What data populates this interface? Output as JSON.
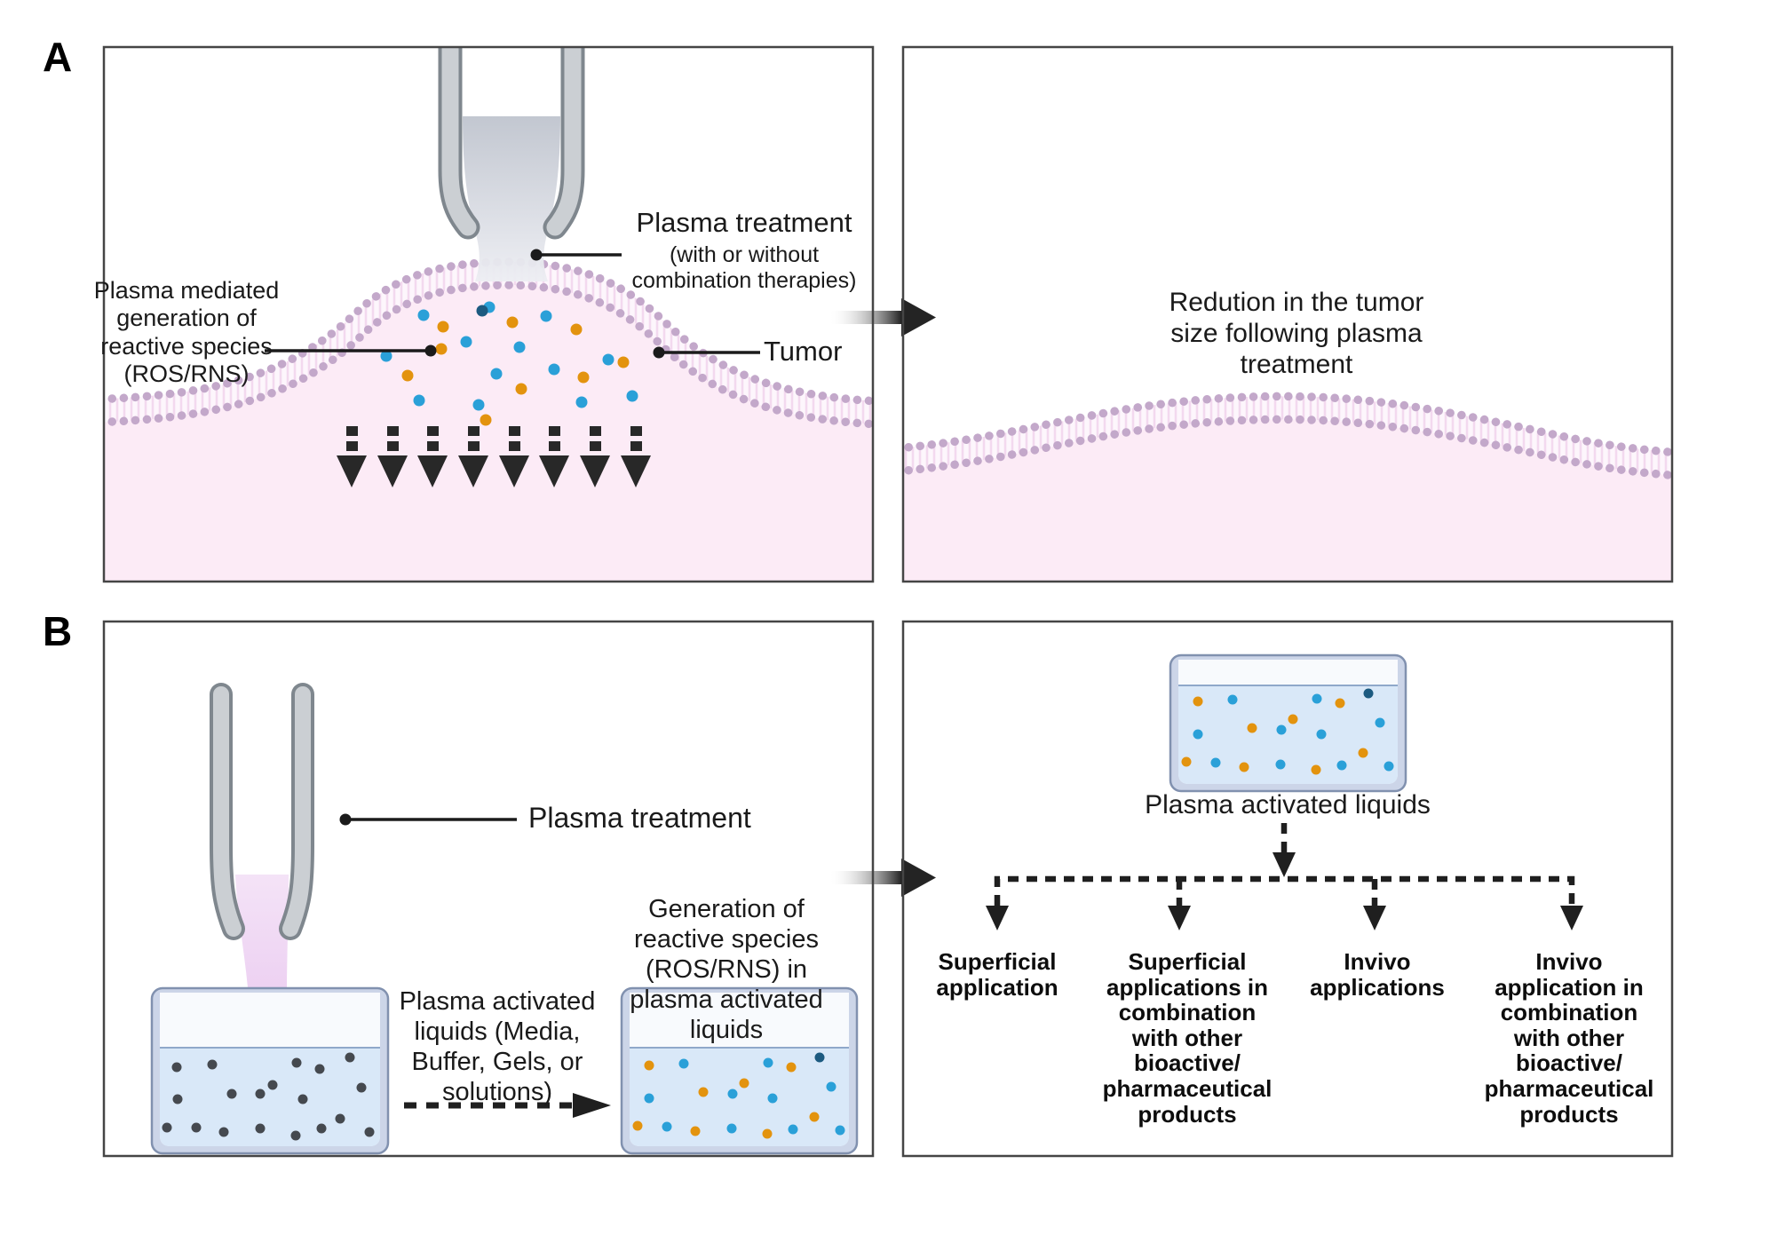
{
  "panels": {
    "a": {
      "letter": "A",
      "left": {
        "reactive_label": "Plasma mediated\ngeneration of\nreactive species\n(ROS/RNS)",
        "treatment_title": "Plasma treatment",
        "treatment_sub": "(with or without\ncombination therapies)",
        "tumor_label": "Tumor"
      },
      "right": {
        "caption": "Redution in the tumor\nsize following plasma\ntreatment"
      }
    },
    "b": {
      "letter": "B",
      "left": {
        "treatment_label": "Plasma treatment",
        "liquids_label": "Plasma activated\nliquids (Media,\nBuffer, Gels, or\nsolutions)",
        "generation_label": "Generation of\nreactive species\n(ROS/RNS) in\nplasma activated\nliquids"
      },
      "right": {
        "beaker_label": "Plasma activated liquids",
        "applications": [
          {
            "label": "Superficial\napplication"
          },
          {
            "label": "Superficial\napplications in\ncombination\nwith other\nbioactive/\npharmaceutical\nproducts"
          },
          {
            "label": "Invivo\napplications"
          },
          {
            "label": "Invivo\napplication in\ncombination\nwith other\nbioactive/\npharmaceutical\nproducts"
          }
        ]
      }
    }
  },
  "colors": {
    "membrane_dot": "#c3a8ca",
    "membrane_band": "#fdf6fc",
    "membrane_hatch": "#f3d9ef",
    "tumor_fill": "#fcebf6",
    "species_blue": "#2aa0d8",
    "species_orange": "#e3930e",
    "species_dark_blue": "#1c5a80",
    "inert_dot": "#45494f",
    "beaker_wall": "#ccd5e8",
    "beaker_headspace": "#f8fafd",
    "beaker_liquid": "#d9e8f8",
    "jet_body": "#cbcfd3",
    "jet_outline": "#7f878e",
    "arrow_black": "#222222",
    "box_border": "#454545"
  }
}
